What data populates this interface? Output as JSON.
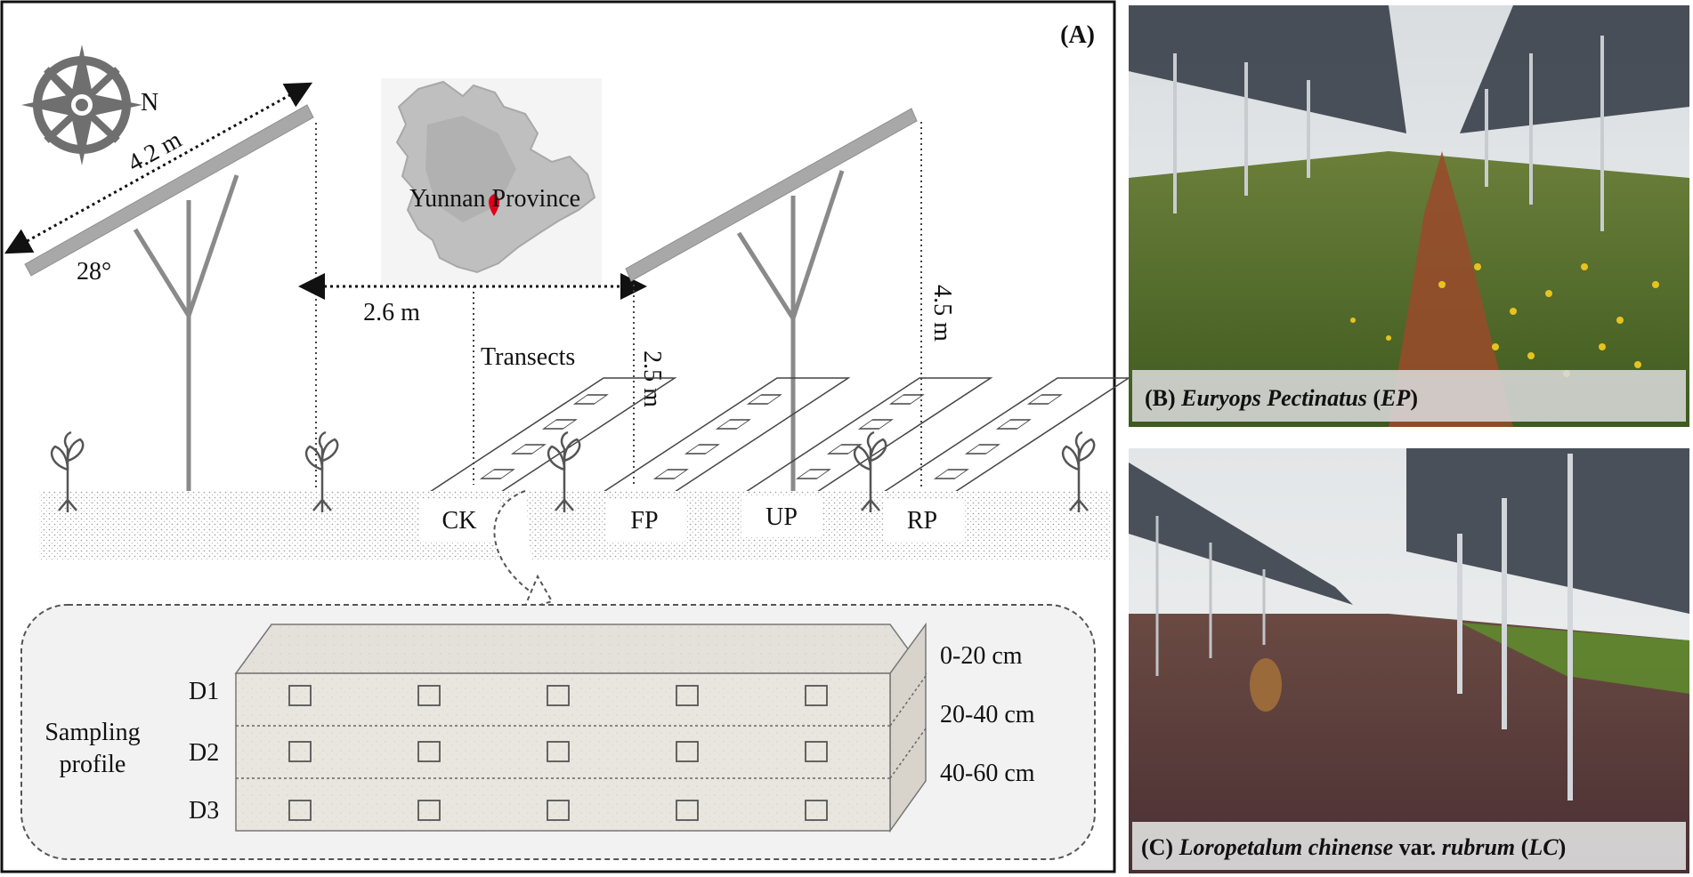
{
  "panel_a": {
    "label": "(A)",
    "compass": {
      "north": "N"
    },
    "panel_length": "4.2 m",
    "tilt_angle": "28°",
    "row_spacing": "2.6 m",
    "front_height": "2.5 m",
    "back_height": "4.5 m",
    "map_label": "Yunnan Province",
    "transects_label": "Transects",
    "positions": [
      "CK",
      "FP",
      "UP",
      "RP"
    ],
    "sampling_label_line1": "Sampling",
    "sampling_label_line2": "profile",
    "depth_layers": [
      {
        "name": "D1",
        "range": "0-20 cm"
      },
      {
        "name": "D2",
        "range": "20-40 cm"
      },
      {
        "name": "D3",
        "range": "40-60 cm"
      }
    ]
  },
  "panel_b": {
    "prefix": "(B) ",
    "species": "Euryops Pectinatus",
    "abbr_open": " (",
    "abbr": "EP",
    "abbr_close": ")"
  },
  "panel_c": {
    "prefix": "(C) ",
    "genus_species": "Loropetalum chinense",
    "var": " var. ",
    "variety": "rubrum",
    "abbr_open": " (",
    "abbr": "LC",
    "abbr_close": ")"
  },
  "colors": {
    "panel_steel": "#a8a8a8",
    "frame_gray": "#8a8a8a",
    "map_red": "#e0001a",
    "soil_box": "#e8e5df",
    "dark_text": "#111111"
  }
}
